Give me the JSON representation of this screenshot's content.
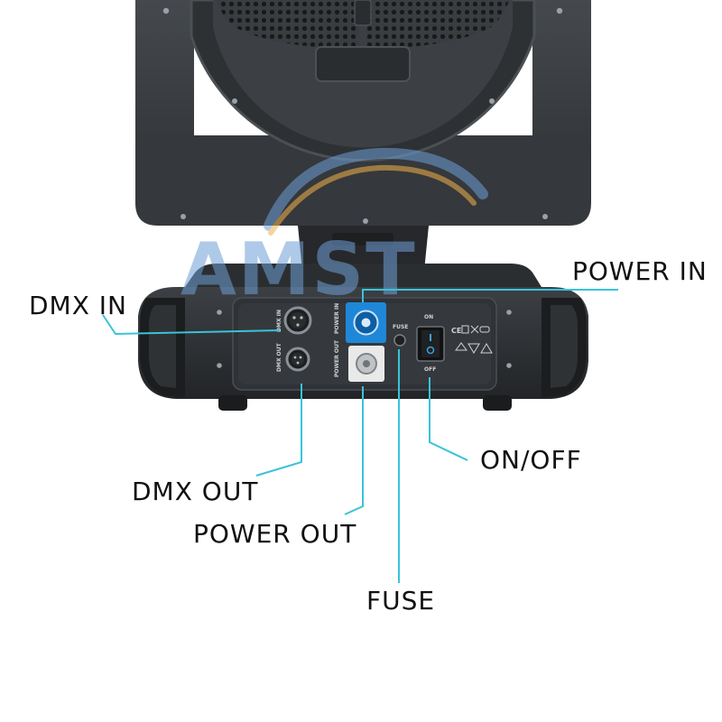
{
  "labels": {
    "power_in": "POWER IN",
    "dmx_in": "DMX IN",
    "on_off": "ON/OFF",
    "dmx_out": "DMX OUT",
    "power_out": "POWER OUT",
    "fuse": "FUSE"
  },
  "panel": {
    "dmx_in": "DMX IN",
    "dmx_out": "DMX OUT",
    "power_in": "POWER IN",
    "power_out": "POWER OUT",
    "fuse": "FUSE",
    "on": "ON",
    "off": "OFF",
    "ce_mark": "CE"
  },
  "watermark": {
    "text": "AMST"
  },
  "colors": {
    "leader_line": "#39c3d9",
    "fixture_dark": "#2b2e31",
    "fixture_mid": "#3b3f43",
    "powercon_in": "#1f87d8",
    "powercon_out": "#e9e9e9",
    "watermark_blue": "#6f9fd6",
    "watermark_orange": "#f2b24a"
  }
}
